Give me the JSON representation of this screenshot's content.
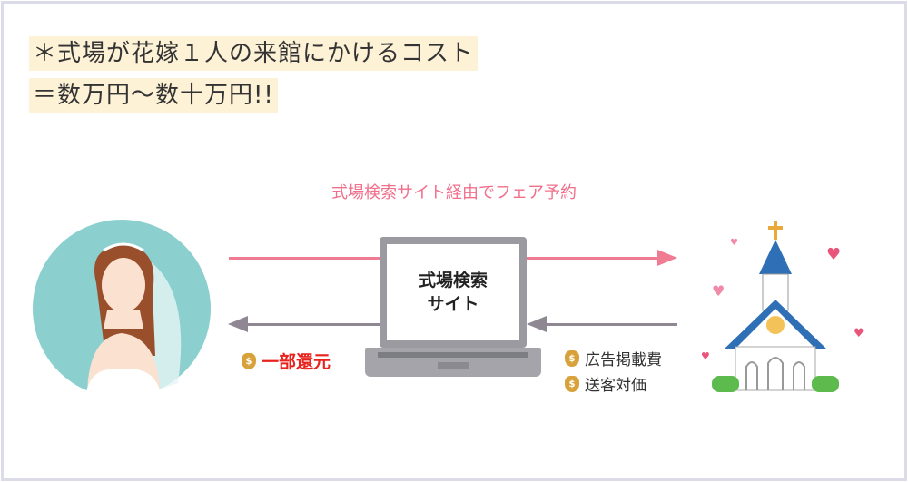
{
  "heading": {
    "line1": "＊式場が花嫁１人の来館にかけるコスト",
    "line2": "＝数万円〜数十万円!!"
  },
  "flow_label": "式場検索サイト経由でフェア予約",
  "site": {
    "line1": "式場検索",
    "line2": "サイト"
  },
  "refund_label": "一部還元",
  "venue_payments": [
    "広告掲載費",
    "送客対価"
  ],
  "colors": {
    "highlight": "#fdf1d6",
    "pink": "#f07c93",
    "gray": "#8f8893",
    "red": "#e8231e",
    "teal": "#8ccfcf"
  }
}
